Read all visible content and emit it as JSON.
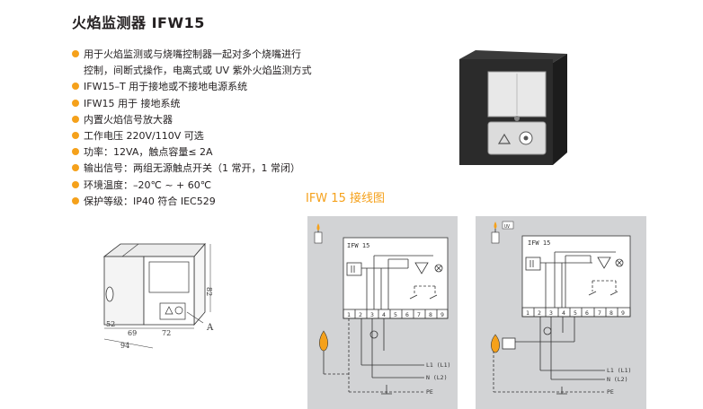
{
  "title": "火焰监测器 IFW15",
  "features": [
    "用于火焰监测或与烧嘴控制器一起对多个烧嘴进行",
    "控制，间断式操作，电离式或 UV 紫外火焰监测方式",
    "IFW15–T 用于接地或不接地电源系统",
    "IFW15 用于 接地系统",
    "内置火焰信号放大器",
    "工作电压 220V/110V 可选",
    "功率：12VA，触点容量≤ 2A",
    "输出信号：两组无源触点开关（1 常开，1 常闭）",
    "环境温度：–20℃ ~ + 60℃",
    "保护等级：IP40 符合 IEC529"
  ],
  "wiring_title": "IFW 15 接线图",
  "dimensions": {
    "d1": "52",
    "d2": "69",
    "d3": "72",
    "d4": "94",
    "d5": "82",
    "marker": "A"
  },
  "diagram_left": {
    "device_label": "IFW 15",
    "terminals": [
      "1",
      "2",
      "3",
      "4",
      "5",
      "6",
      "7",
      "8",
      "9"
    ],
    "lines": [
      "L1 (L1)",
      "N (L2)",
      "PE"
    ]
  },
  "diagram_right": {
    "device_label": "IFW 15",
    "terminals": [
      "1",
      "2",
      "3",
      "4",
      "5",
      "6",
      "7",
      "8",
      "9"
    ],
    "lines": [
      "L1 (L1)",
      "N (L2)",
      "PE"
    ],
    "uv_label": "UV"
  },
  "colors": {
    "accent": "#f5a11b",
    "panel": "#d2d3d5"
  }
}
